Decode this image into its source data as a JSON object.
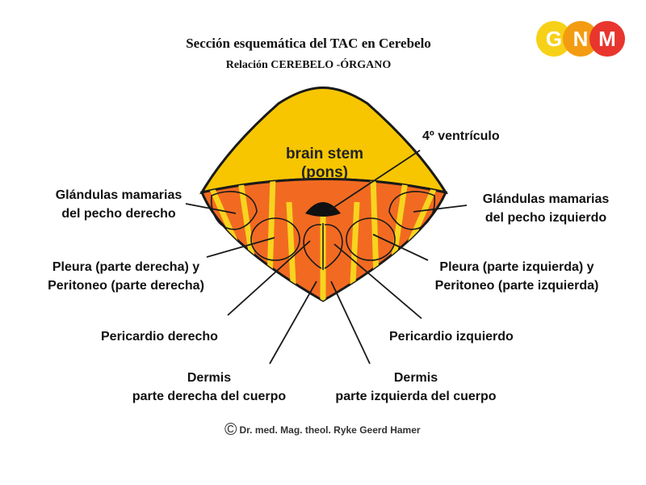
{
  "title": "Sección esquemática del TAC en Cerebelo",
  "subtitle": "Relación CEREBELO -ÓRGANO",
  "logo": {
    "letters": [
      "G",
      "N",
      "M"
    ],
    "colors": [
      "#f7d117",
      "#f39c12",
      "#e8352d"
    ]
  },
  "diagram": {
    "center_label_line1": "brain stem",
    "center_label_line2": "(pons)",
    "colors": {
      "brainstem": "#f7c600",
      "outline": "#1a1a1a",
      "orange": "#f26a21",
      "stripe": "#f7d41e"
    }
  },
  "labels": {
    "ventricle": "4º ventrículo",
    "mammary_right_l1": "Glándulas mamarias",
    "mammary_right_l2": "del pecho derecho",
    "mammary_left_l1": "Glándulas mamarias",
    "mammary_left_l2": "del pecho izquierdo",
    "pleura_right_l1": "Pleura (parte derecha) y",
    "pleura_right_l2": "Peritoneo (parte derecha)",
    "pleura_left_l1": "Pleura (parte izquierda) y",
    "pleura_left_l2": "Peritoneo (parte izquierda)",
    "pericardium_right": "Pericardio derecho",
    "pericardium_left": "Pericardio izquierdo",
    "dermis_right_l1": "Dermis",
    "dermis_right_l2": "parte derecha del cuerpo",
    "dermis_left_l1": "Dermis",
    "dermis_left_l2": "parte izquierda del cuerpo"
  },
  "copyright": {
    "symbol": "©",
    "text": "Dr. med. Mag. theol. Ryke Geerd Hamer"
  }
}
